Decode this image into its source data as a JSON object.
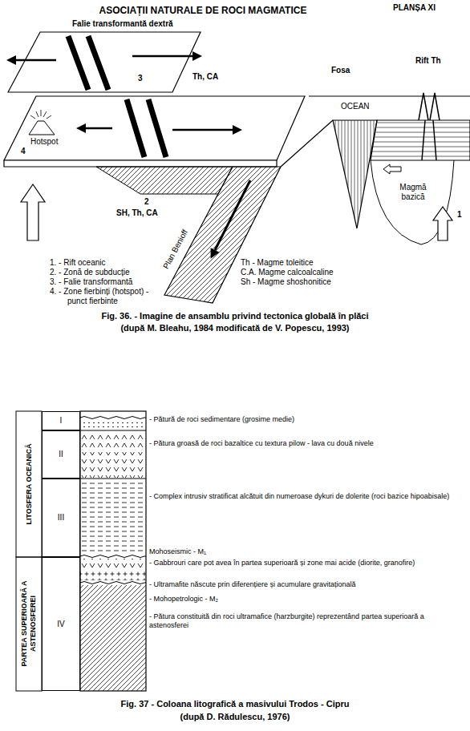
{
  "diagram": {
    "title": "ASOCIAȚII NATURALE DE ROCI MAGMATICE",
    "nodes": [
      {
        "text": [
          "I"
        ]
      },
      {
        "text": [
          "II"
        ]
      },
      {
        "text": [
          "III"
        ]
      },
      {
        "text": [
          "IV"
        ]
      }
    ],
    "labels": [
      "PLANȘA XI",
      "Falie transformantă dextră",
      "3",
      "Th, CA",
      "Fosa",
      "Rift Th",
      "OCEAN",
      "4",
      "Hotspot",
      "2",
      "SH, Th, CA",
      "Plan Benioff",
      "Magmă bazică",
      "1",
      "1. - Rift oceanic",
      "2. - Zonă de subducție",
      "3. - Falie transformantă",
      "4. - Zone fierbinți (hotspot) - punct fierbinte",
      "Th - Magme toleitice",
      "C.A. Magme calcoalcaline",
      "Sh - Magme shoshonitice",
      "Fig. 36. - Imagine de ansamblu privind tectonica globală în plăci",
      "(după M. Bleahu, 1984 modificată de V. Popescu, 1993)",
      "LITOSFERA OCEANICĂ",
      "PARTEA SUPERIOARĂ A ASTENOSFEREI",
      "- Pătură de roci sedimentare (grosime medie)",
      "- Pătura groasă de roci bazaltice cu textura pilow - lava cu două nivele",
      "- Complex intrusiv stratificat alcătuit din numeroase dykuri de dolerite (roci bazice hipoabisale)",
      "Mohoseismic - M₁",
      "- Gabbrouri care pot avea în partea superioară și zone mai acide (diorite, granofire)",
      "- Ultramafite născute prin diferențiere și acumulare gravitațională",
      "- Mohopetrologic - M₂",
      "- Pătura constituită din roci ultramafice (harzburgite) reprezentând partea superioară a astenosferei",
      "Fig. 37 - Coloana litografică a masivului Trodos - Cipru",
      "(după D. Rădulescu, 1976)"
    ]
  }
}
